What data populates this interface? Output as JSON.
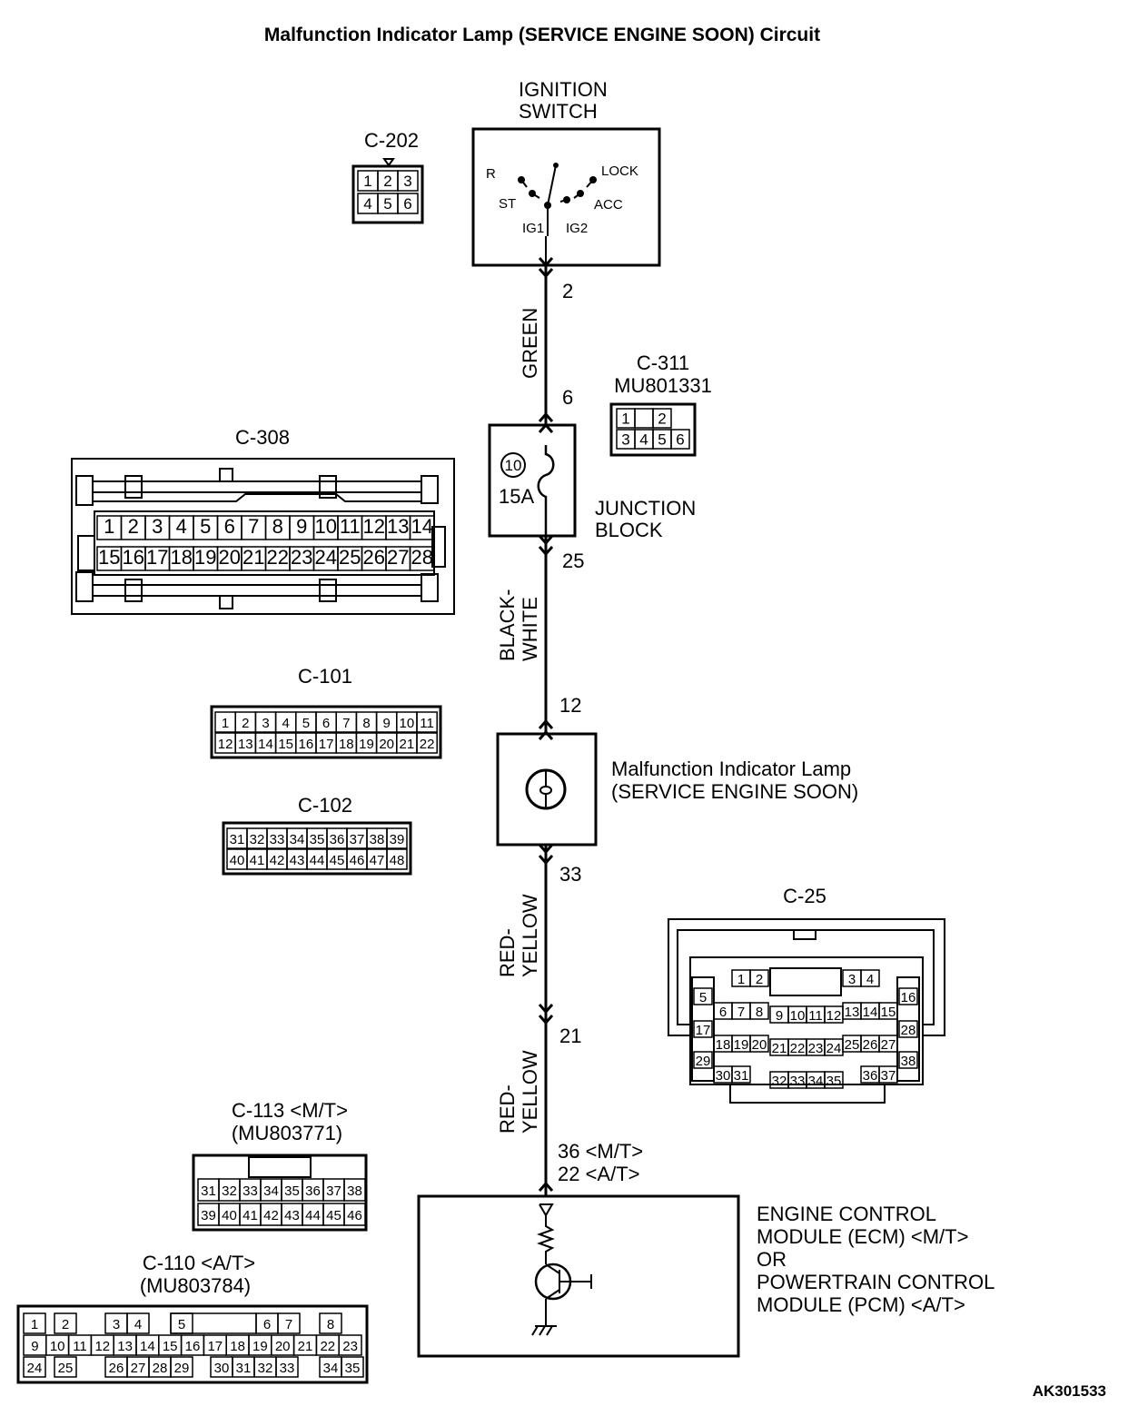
{
  "title": "Malfunction Indicator Lamp (SERVICE ENGINE SOON) Circuit",
  "reference_code": "AK301533",
  "ignition_switch": {
    "label_line1": "IGNITION",
    "label_line2": "SWITCH",
    "positions": [
      "R",
      "LOCK",
      "ST",
      "ACC",
      "IG1",
      "IG2"
    ]
  },
  "junction_block": {
    "label_line1": "JUNCTION",
    "label_line2": "BLOCK",
    "fuse_number": "10",
    "fuse_rating": "15A"
  },
  "mil": {
    "label_line1": "Malfunction Indicator Lamp",
    "label_line2": "(SERVICE ENGINE SOON)"
  },
  "ecm": {
    "line1": "ENGINE CONTROL",
    "line2": "MODULE (ECM) <M/T>",
    "line3": "OR",
    "line4": "POWERTRAIN CONTROL",
    "line5": "MODULE (PCM) <A/T>"
  },
  "pins": {
    "ig_out": "2",
    "jb_in": "6",
    "jb_out": "25",
    "mil_in": "12",
    "mil_out": "33",
    "c25": "21",
    "ecm_mt": "36 <M/T>",
    "ecm_at": "22 <A/T>"
  },
  "wires": {
    "w1_line1": "GREEN",
    "w2_line1": "BLACK-",
    "w2_line2": "WHITE",
    "w3_line1": "RED-",
    "w3_line2": "YELLOW",
    "w4_line1": "RED-",
    "w4_line2": "YELLOW"
  },
  "connectors": {
    "c202": {
      "name": "C-202",
      "row1": [
        "1",
        "2",
        "3"
      ],
      "row2": [
        "4",
        "5",
        "6"
      ]
    },
    "c311": {
      "name": "C-311",
      "part": "MU801331",
      "row1": [
        "1",
        "",
        "2"
      ],
      "row2": [
        "3",
        "4",
        "5",
        "6"
      ]
    },
    "c308": {
      "name": "C-308",
      "row1": [
        "1",
        "2",
        "3",
        "4",
        "5",
        "6",
        "7",
        "8",
        "9",
        "10",
        "11",
        "12",
        "13",
        "14"
      ],
      "row2": [
        "15",
        "16",
        "17",
        "18",
        "19",
        "20",
        "21",
        "22",
        "23",
        "24",
        "25",
        "26",
        "27",
        "28"
      ]
    },
    "c101": {
      "name": "C-101",
      "row1": [
        "1",
        "2",
        "3",
        "4",
        "5",
        "6",
        "7",
        "8",
        "9",
        "10",
        "11"
      ],
      "row2": [
        "12",
        "13",
        "14",
        "15",
        "16",
        "17",
        "18",
        "19",
        "20",
        "21",
        "22"
      ]
    },
    "c102": {
      "name": "C-102",
      "row1": [
        "31",
        "32",
        "33",
        "34",
        "35",
        "36",
        "37",
        "38",
        "39"
      ],
      "row2": [
        "40",
        "41",
        "42",
        "43",
        "44",
        "45",
        "46",
        "47",
        "48"
      ]
    },
    "c25": {
      "name": "C-25",
      "pins": [
        "1",
        "2",
        "3",
        "4",
        "5",
        "6",
        "7",
        "8",
        "9",
        "10",
        "11",
        "12",
        "13",
        "14",
        "15",
        "16",
        "17",
        "18",
        "19",
        "20",
        "21",
        "22",
        "23",
        "24",
        "25",
        "26",
        "27",
        "28",
        "29",
        "30",
        "31",
        "32",
        "33",
        "34",
        "35",
        "36",
        "37",
        "38"
      ]
    },
    "c113": {
      "name": "C-113 <M/T>",
      "part": "(MU803771)",
      "row1": [
        "31",
        "32",
        "33",
        "34",
        "35",
        "36",
        "37",
        "38"
      ],
      "row2": [
        "39",
        "40",
        "41",
        "42",
        "43",
        "44",
        "45",
        "46"
      ]
    },
    "c110": {
      "name": "C-110 <A/T>",
      "part": "(MU803784)",
      "row1": [
        "1",
        "2",
        "",
        "3",
        "4",
        "",
        "5",
        "6",
        "",
        "7",
        "8"
      ],
      "row2": [
        "9",
        "10",
        "11",
        "12",
        "13",
        "14",
        "15",
        "16",
        "17",
        "18",
        "19",
        "20",
        "21",
        "22",
        "23"
      ],
      "row3": [
        "24",
        "25",
        "",
        "26",
        "27",
        "28",
        "29",
        "",
        "30",
        "31",
        "32",
        "33",
        "",
        "34",
        "35"
      ]
    }
  }
}
